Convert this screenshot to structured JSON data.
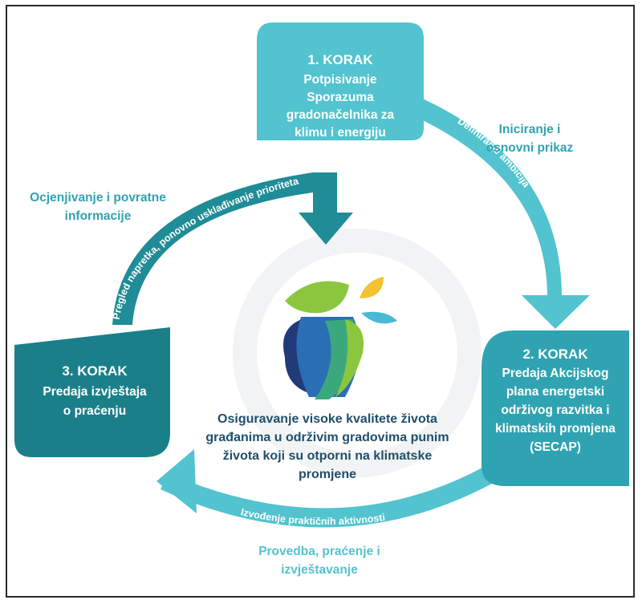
{
  "step1": {
    "title": "1. KORAK",
    "lines": [
      "Potpisivanje",
      "Sporazuma",
      "gradonačelnika za",
      "klimu i energiju"
    ]
  },
  "step2": {
    "title": "2. KORAK",
    "lines": [
      "Predaja Akcijskog",
      "plana energetski",
      "održivog razvitka i",
      "klimatskih promjena",
      "(SECAP)"
    ]
  },
  "step3": {
    "title": "3. KORAK",
    "lines": [
      "Predaja izvještaja",
      "o praćenju"
    ]
  },
  "stages": {
    "initiation": [
      "Iniciranje i",
      "osnovni prikaz"
    ],
    "evaluation": [
      "Ocjenjivanje i povratne",
      "informacije"
    ],
    "implementation": [
      "Provedba, praćenje i",
      "izvještavanje"
    ]
  },
  "arcs": {
    "right": "Definiranje ambicija",
    "bottom": "Izvođenje praktičnih aktivnosti",
    "left": "Pregled napretka, ponovno usklađivanje prioriteta"
  },
  "center": {
    "lines": [
      "Osiguravanje visoke kvalitete života",
      "građanima u održivim gradovima punim",
      "života koji su otporni na klimatske",
      "promjene"
    ]
  },
  "colors": {
    "teal_light": "#52c3cf",
    "teal_mid": "#2fa3b1",
    "teal_dark": "#1b7f8a",
    "text_teal": "#2fa3b1",
    "center_text": "#1f4e6b"
  }
}
